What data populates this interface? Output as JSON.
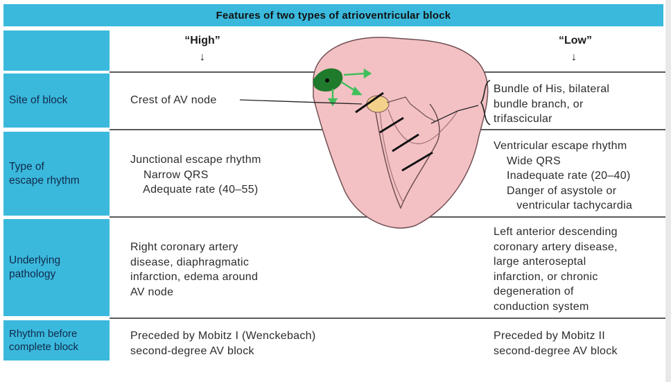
{
  "title": "Features of two types of atrioventricular block",
  "columns": {
    "high": {
      "label": "“High”",
      "arrow": "↓"
    },
    "low": {
      "label": "“Low”",
      "arrow": "↓"
    }
  },
  "rows": [
    {
      "label": "Site of block",
      "high": "Crest of AV node",
      "low": "Bundle of His, bilateral\nbundle branch, or\ntrifascicular"
    },
    {
      "label": "Type of\nescape rhythm",
      "high": "Junctional escape rhythm\n    Narrow QRS\n    Adequate rate (40–55)",
      "low": "Ventricular escape rhythm\n    Wide QRS\n    Inadequate rate (20–40)\n    Danger of asystole or\n       ventricular tachycardia"
    },
    {
      "label": "Underlying\npathology",
      "high": "Right coronary artery\ndisease, diaphragmatic\ninfarction, edema around\nAV node",
      "low": "Left anterior descending\ncoronary artery disease,\nlarge anteroseptal\ninfarction, or chronic\ndegeneration of\nconduction system"
    },
    {
      "label": "Rhythm before\ncomplete block",
      "high": "Preceded by Mobitz I (Wenckebach)\nsecond-degree AV block",
      "low": "Preceded by Mobitz II\nsecond-degree AV block"
    }
  ],
  "colors": {
    "header_fill": "#3ab9dd",
    "heart_fill": "#f3c1c4",
    "sa_node": "#1f7a2c",
    "impulse_arrows": "#3fbf5a"
  },
  "icons": {
    "heart": "heart-illustration",
    "column_arrow": "down-arrow-icon"
  }
}
